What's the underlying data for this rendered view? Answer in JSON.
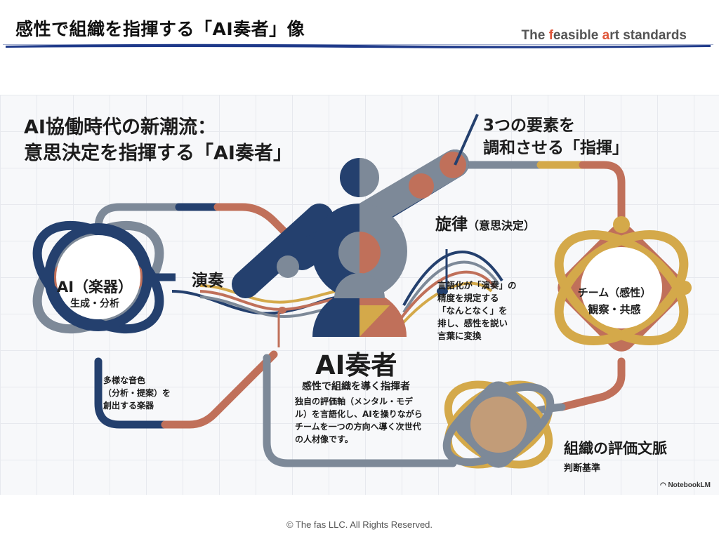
{
  "slide": {
    "title": "感性で組織を指揮する「AI奏者」像",
    "brand": {
      "parts": [
        "The ",
        "f",
        "easible ",
        "a",
        "rt standards"
      ]
    },
    "footer": "© The fas LLC. All Rights Reserved."
  },
  "infographic": {
    "heading_line1": "AI協働時代の新潮流：",
    "heading_line2": "意思決定を指揮する「AI奏者」",
    "conductor_line1": "3つの要素を",
    "conductor_line2": "調和させる「指揮」",
    "melody_label": "旋律",
    "melody_sub": "（意思決定）",
    "perform_label": "演奏",
    "ai_node": {
      "title": "AI（楽器）",
      "sub": "生成・分析"
    },
    "ai_desc": [
      "多様な音色",
      "（分析・提案）を",
      "創出する楽器"
    ],
    "team_node": {
      "title": "チーム（感性）",
      "sub": "観察・共感"
    },
    "melody_desc": [
      "言語化が「演奏」の",
      "精度を規定する",
      "「なんとなく」を",
      "排し、感性を説い",
      "言葉に変換"
    ],
    "center": {
      "title": "AI奏者",
      "sub": "感性で組織を導く指揮者",
      "desc": [
        "独自の評価軸（メンタル・モデ",
        "ル）を言語化し、AIを操りながら",
        "チームを一つの方向へ導く次世代",
        "の人材像です。"
      ]
    },
    "eval_node": {
      "title": "組織の評価文脈",
      "sub": "判断基準"
    },
    "watermark": "NotebookLM",
    "colors": {
      "navy": "#24406e",
      "slate": "#7d8998",
      "terracotta": "#c0705a",
      "mustard": "#d4a94a",
      "tan": "#c29c78",
      "brand_accent": "#e0563a",
      "brush_blue": "#1f3a8a"
    }
  }
}
